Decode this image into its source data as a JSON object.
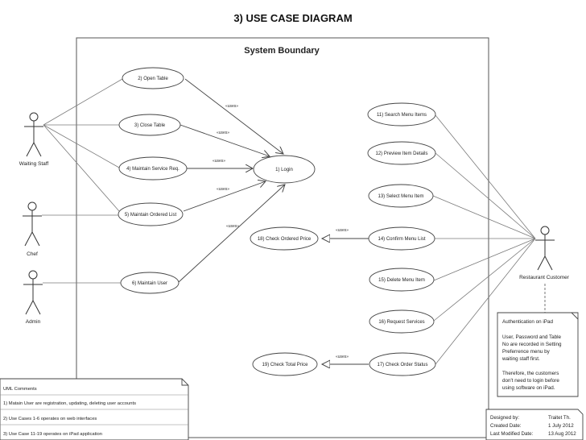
{
  "slide_title": "3) USE CASE DIAGRAM",
  "boundary_title": "System Boundary",
  "actors": {
    "waiting_staff": "Waiting Staff",
    "chef": "Chef",
    "admin": "Admin",
    "restaurant_customer": "Restaurant Customer"
  },
  "use_cases": {
    "uc2": "2) Open Table",
    "uc3": "3) Close Table",
    "uc4": "4) Maintain Service Req.",
    "uc5": "5) Maintain Ordered List",
    "uc6": "6) Maintain User",
    "uc1": "1) Login",
    "uc18": "18) Check Ordered Price",
    "uc19": "19) Check Total Price",
    "uc11": "11) Search Menu Items",
    "uc12": "12) Preview Item Details",
    "uc13": "13) Select Menu Item",
    "uc14": "14) Confirm Menu List",
    "uc15": "15) Delete Menu Item",
    "uc16": "16) Request Services",
    "uc17": "17) Check Order Status"
  },
  "uses_label": "«uses»",
  "auth_note": {
    "title": "Authentication on iPad",
    "lines": [
      "User, Password and Table",
      "No are recorded in Setting",
      "Preferrence menu by",
      "waiting staff first.",
      "",
      "Therefore, the customers",
      "don't need to login before",
      "using software on iPad."
    ]
  },
  "uml_comments": {
    "title": "UML Comments",
    "lines": [
      "1) Matain User are registration, updating, deleting user accounts",
      "2) Use Cases 1-6 operates on web interfaces",
      "3) Use Case 11-19 operates on iPad application"
    ]
  },
  "meta": {
    "designed_by_label": "Designed by:",
    "designed_by_value": "Traitet Th.",
    "created_label": "Created Date:",
    "created_value": "1 July 2012",
    "modified_label": "Last Modified Date:",
    "modified_value": "13 Aug 2012"
  },
  "colors": {
    "line": "#555555",
    "assoc": "#7a7a7a",
    "ellipse_stroke": "#444444",
    "text": "#222222"
  }
}
